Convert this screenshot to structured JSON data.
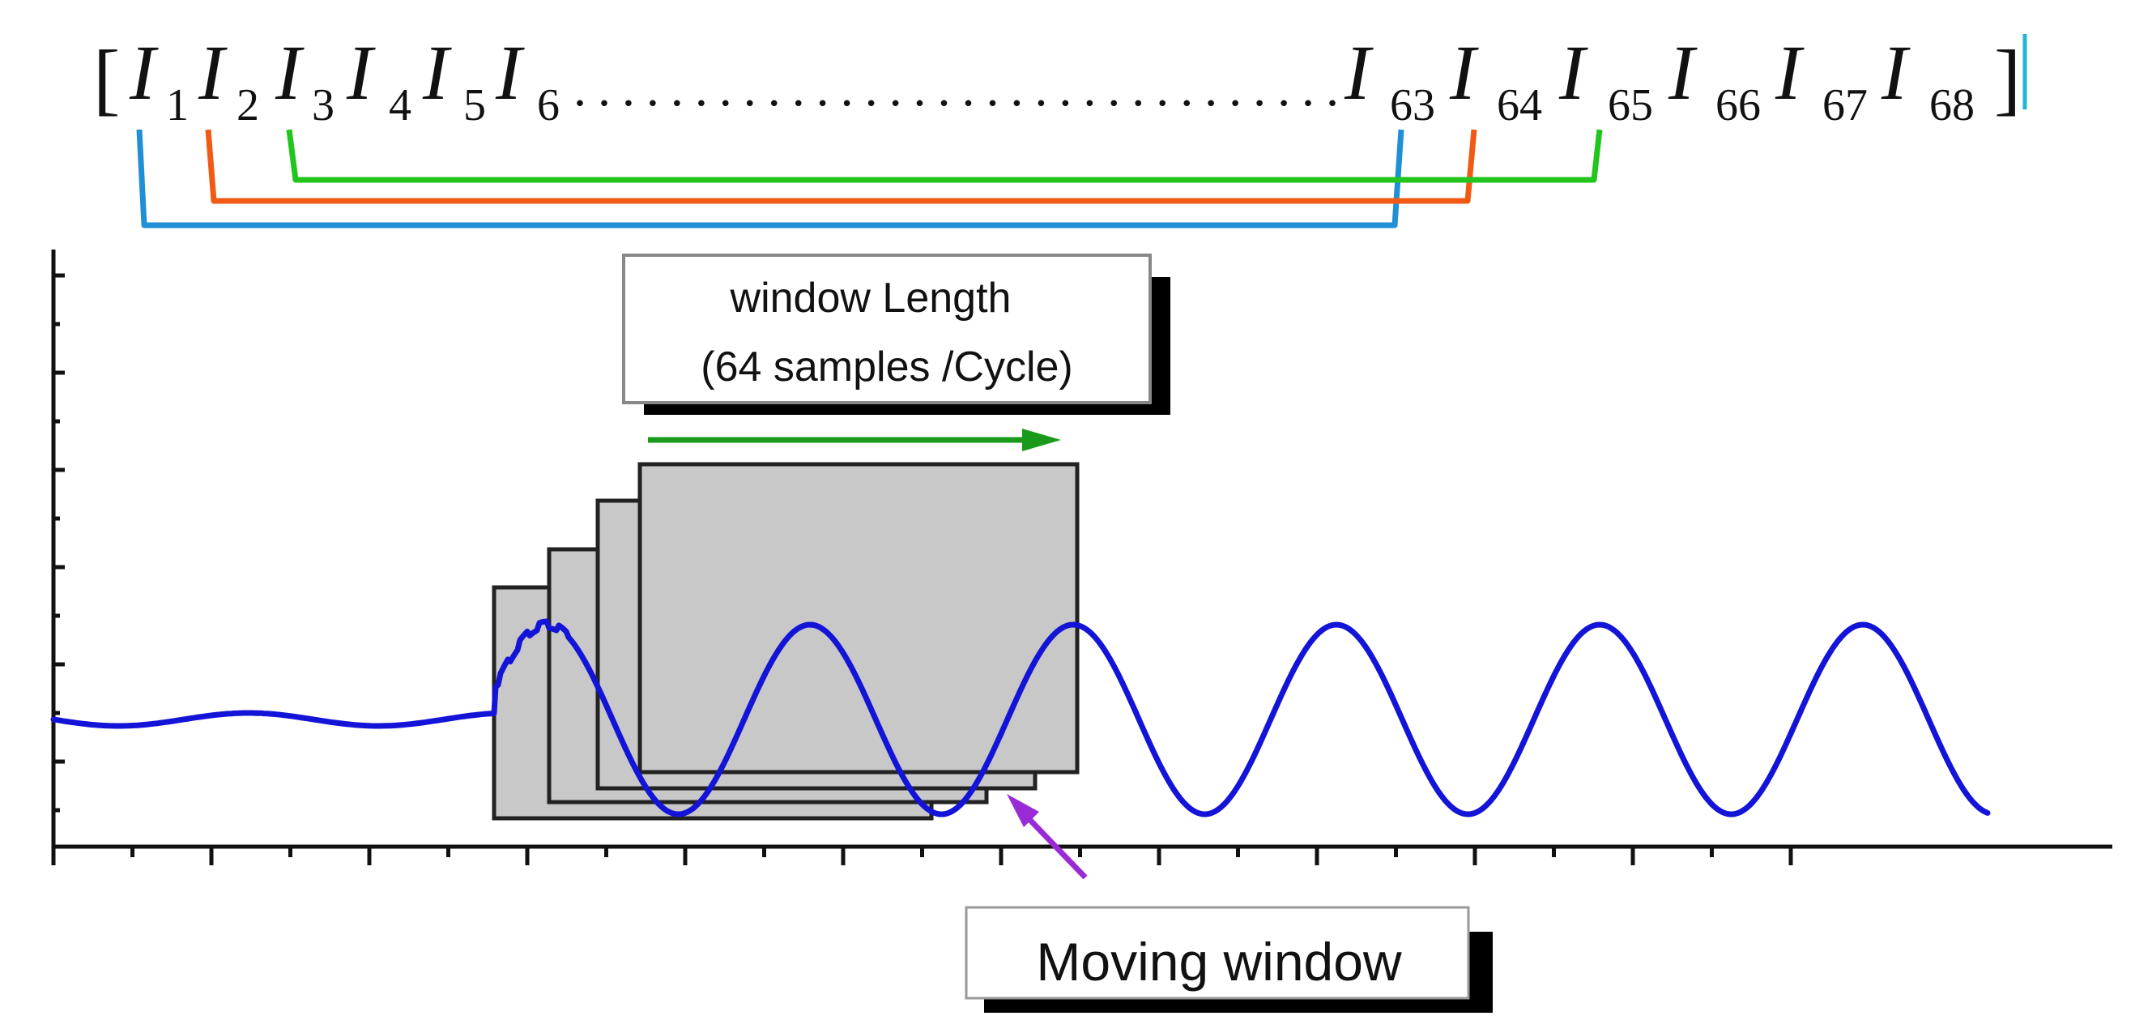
{
  "sequence": {
    "open_bracket": "[",
    "close_bracket": "]",
    "letter": "I",
    "leading_subscripts": [
      "1",
      "2",
      "3",
      "4",
      "5",
      "6"
    ],
    "ellipsis": "................................",
    "trailing_subscripts": [
      "63",
      "64",
      "65",
      "66",
      "67",
      "68"
    ]
  },
  "window_brackets": [
    {
      "from": "1",
      "to": "63",
      "color": "#1f8fd6"
    },
    {
      "from": "2",
      "to": "64",
      "color": "#f05a14"
    },
    {
      "from": "3",
      "to": "65",
      "color": "#22c41e"
    }
  ],
  "window_length_label": {
    "line1": "window Length",
    "line2": "(64 samples /Cycle)"
  },
  "moving_window_label": "Moving window",
  "colors": {
    "signal": "#1414d8",
    "window_fill": "#c8c8c8",
    "window_stroke": "#222222",
    "length_arrow": "#1a9a1a",
    "moving_arrow": "#9a2ad6",
    "axis": "#111111"
  },
  "icons": {
    "length_arrow": "arrow-right-icon",
    "moving_arrow": "arrow-up-left-icon"
  }
}
